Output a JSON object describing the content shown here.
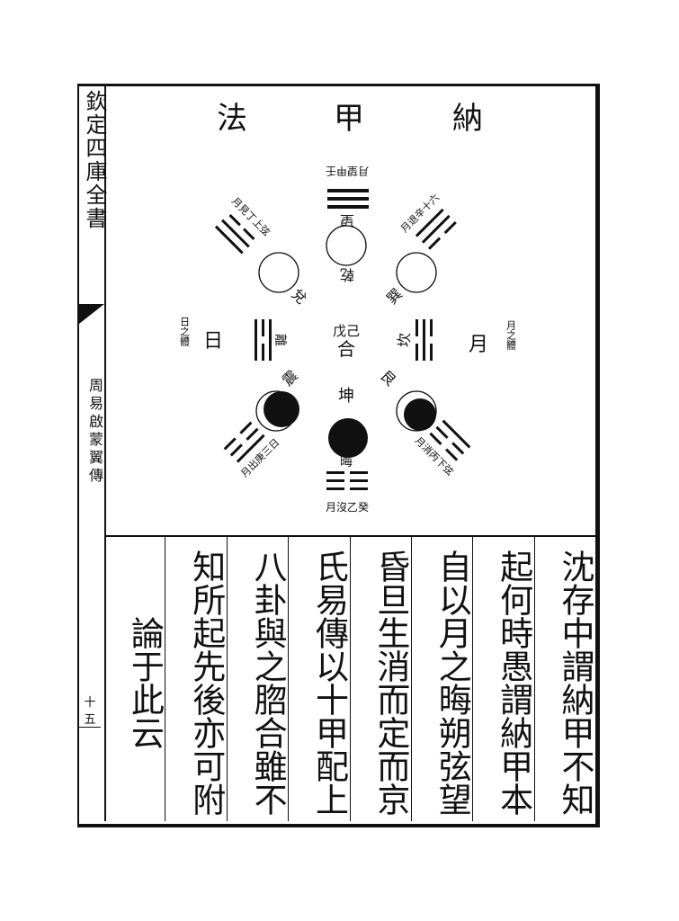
{
  "margin": {
    "series_title": "欽定四庫全書",
    "book_title": "周易啟蒙翼傳",
    "page_number": "十五"
  },
  "diagram": {
    "title": [
      "納",
      "甲",
      "法"
    ],
    "center": {
      "top": "戊己",
      "bottom": "合"
    },
    "trigrams": {
      "qian": {
        "glyph": "☰",
        "name": "乾",
        "phase": "望",
        "note": "月望甲壬"
      },
      "kun": {
        "glyph": "☷",
        "name": "坤",
        "phase": "晦",
        "note": "月沒乙癸"
      },
      "li": {
        "glyph": "☲",
        "name": "離",
        "sun": "日",
        "note": "日之體"
      },
      "kan": {
        "glyph": "☵",
        "name": "坎",
        "moon": "月",
        "note": "月之體"
      },
      "dui": {
        "glyph": "☱",
        "name": "兌",
        "note": "月見丁上弦"
      },
      "xun": {
        "glyph": "☴",
        "name": "巽",
        "note": "月退辛十六"
      },
      "zhen": {
        "glyph": "☳",
        "name": "震",
        "note": "月出庚三日"
      },
      "gen": {
        "glyph": "☶",
        "name": "艮",
        "note": "月消丙下弦"
      }
    }
  },
  "body": {
    "columns": [
      "沈存中謂納甲不知",
      "起何時愚謂納甲本",
      "自以月之晦朔弦望",
      "昏旦生消而定而京",
      "氏易傳以十甲配上",
      "八卦與之脗合雖不",
      "知所起先後亦可附",
      "論于此云"
    ]
  }
}
